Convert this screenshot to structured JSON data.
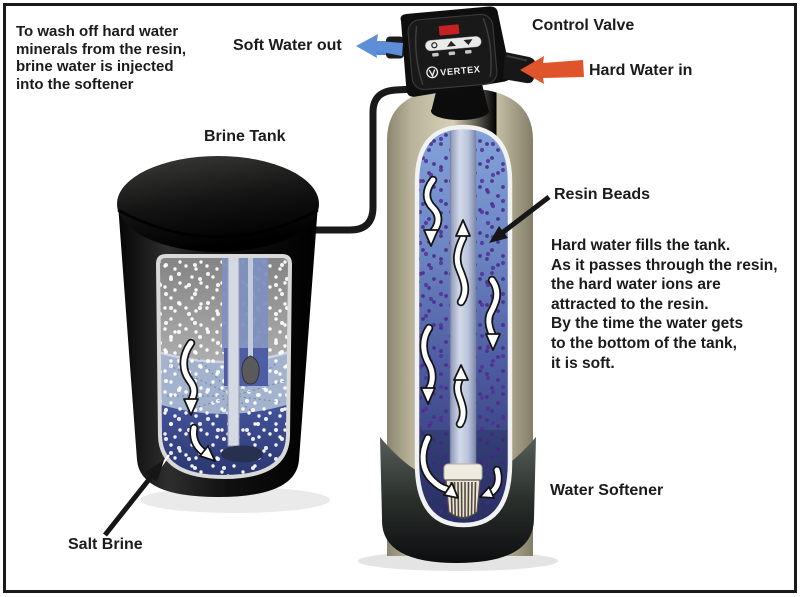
{
  "diagram": {
    "title_note": "To wash off hard water\nminerals from the resin,\nbrine water is injected\ninto the softener",
    "labels": {
      "soft_water_out": "Soft Water out",
      "control_valve": "Control Valve",
      "hard_water_in": "Hard Water in",
      "brine_tank": "Brine Tank",
      "resin_beads": "Resin Beads",
      "water_softener": "Water Softener",
      "salt_brine": "Salt Brine"
    },
    "description": "Hard water fills the tank.\nAs it passes through the resin,\nthe hard water ions are\nattracted to the resin.\nBy the time the water gets\nto the bottom of the tank,\nit is soft.",
    "brand": "VERTEX",
    "colors": {
      "soft_water_arrow": "#5d8ed6",
      "hard_water_arrow": "#e0542c",
      "valve_display_red": "#c62020",
      "resin_blue": "#5c72b2",
      "resin_bead_purple": "#4a2c8a",
      "tank_beige": "#cfc9b1",
      "brine_blue": "#3c4c92"
    }
  }
}
